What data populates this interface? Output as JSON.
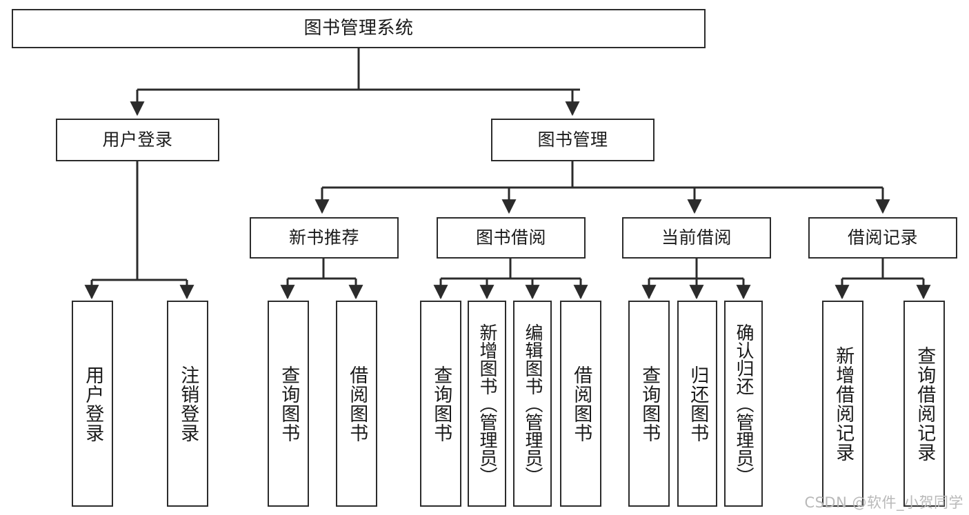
{
  "diagram": {
    "title": "图书管理系统",
    "watermark": "CSDN @软件_小贺同学",
    "stroke_color": "#2b2b2b",
    "background_color": "#ffffff",
    "nodes": {
      "root": "图书管理系统",
      "level2": {
        "user_login": "用户登录",
        "book_manage": "图书管理"
      },
      "level3": {
        "new_book_rec": "新书推荐",
        "book_borrow": "图书借阅",
        "current_borrow": "当前借阅",
        "borrow_record": "借阅记录"
      },
      "leaves": {
        "user_login_1": "用户登录",
        "user_login_2": "注销登录",
        "new_book_rec_1": "查询图书",
        "new_book_rec_2": "借阅图书",
        "book_borrow_1": "查询图书",
        "book_borrow_2": "新增图书（管理员）",
        "book_borrow_3": "编辑图书（管理员）",
        "book_borrow_4": "借阅图书",
        "current_borrow_1": "查询图书",
        "current_borrow_2": "归还图书",
        "current_borrow_3": "确认归还（管理员）",
        "borrow_record_1": "新增借阅记录",
        "borrow_record_2": "查询借阅记录"
      }
    }
  }
}
